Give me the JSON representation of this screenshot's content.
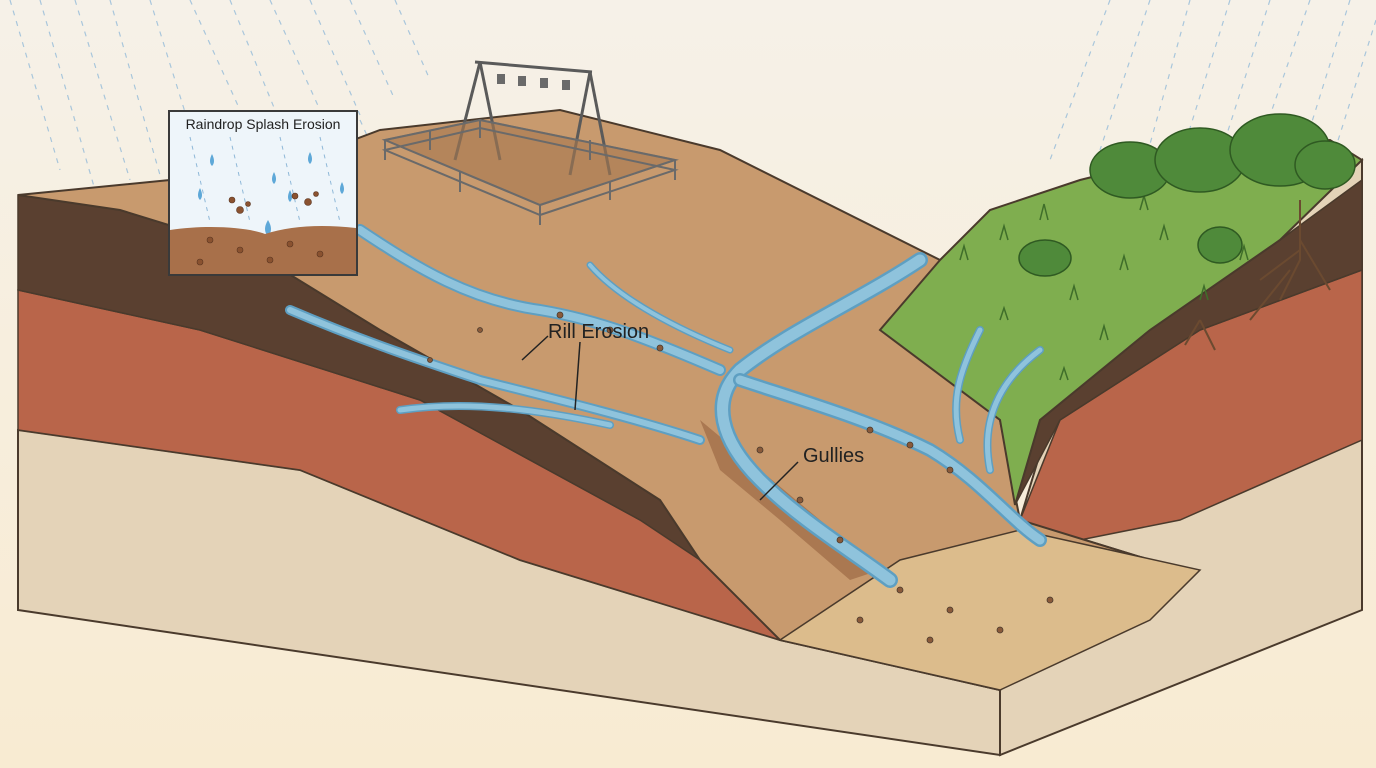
{
  "labels": {
    "inset_title": "Raindrop Splash Erosion",
    "rill": "Rill Erosion",
    "gullies": "Gullies"
  },
  "colors": {
    "sky": "#f7efe1",
    "water": "#8fc3dc",
    "water_edge": "#5e9fc2",
    "topsoil": "#c89a6e",
    "dark_layer": "#5a4030",
    "red_layer": "#b9654a",
    "pale_layer": "#e4d3b8",
    "grass": "#7fae4f",
    "tree": "#4f8a3a",
    "outline": "#4a3a2c"
  }
}
